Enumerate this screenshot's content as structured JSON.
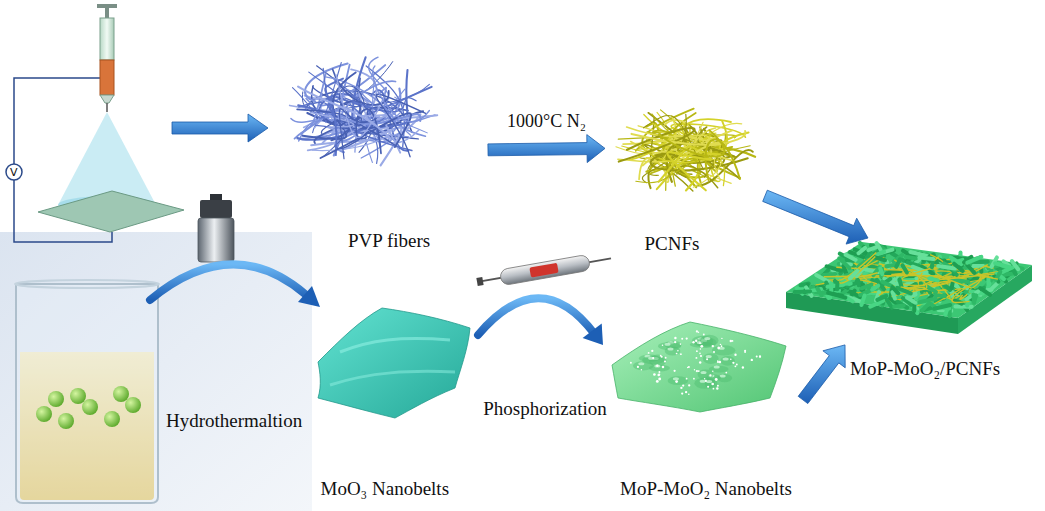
{
  "diagram": {
    "nodes": [
      {
        "text": [
          "PVP fibers"
        ]
      },
      {
        "text": [
          "PCNFs"
        ]
      },
      {
        "text": [
          "MoO₃ Nanobelts"
        ]
      },
      {
        "text": [
          "MoP-MoO₂ Nanobelts"
        ]
      },
      {
        "text": [
          "MoP-MoO₂/PCNFs"
        ]
      }
    ],
    "edges": [
      {
        "from": 0,
        "to": 1,
        "arrow": "to",
        "label": "1000°C N₂"
      },
      {
        "from": 1,
        "to": 4,
        "arrow": "to"
      },
      {
        "from": 2,
        "to": 3,
        "arrow": "to",
        "label": "Phosphorization"
      },
      {
        "from": 3,
        "to": 4,
        "arrow": "to"
      }
    ],
    "labels": [
      "V",
      "Hydrothermaltion"
    ]
  }
}
